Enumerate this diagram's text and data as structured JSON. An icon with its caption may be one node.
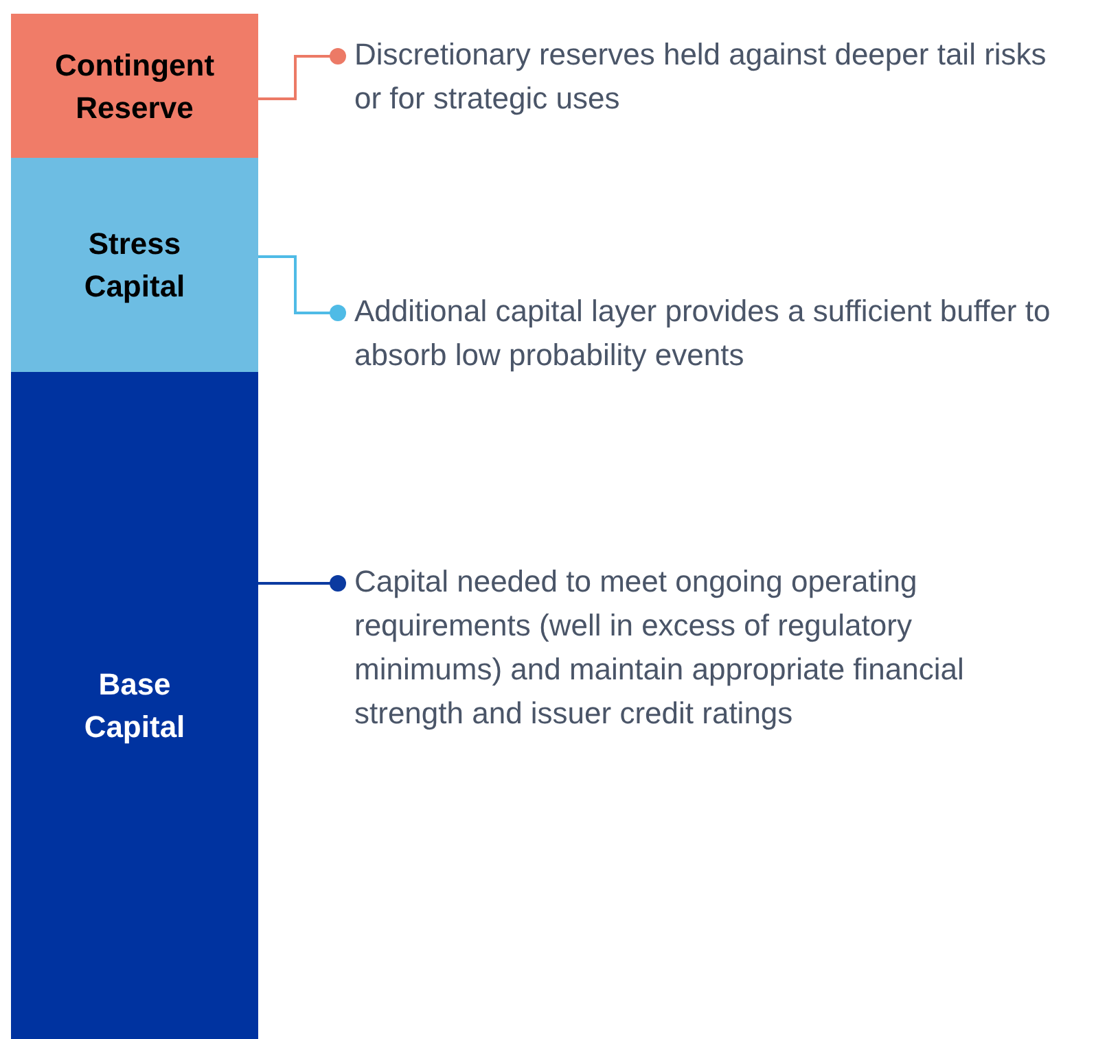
{
  "diagram": {
    "nodes": [
      {
        "text": [
          "Contingent Reserve"
        ]
      },
      {
        "text": [
          "Stress Capital"
        ]
      },
      {
        "text": [
          "Base Capital"
        ]
      },
      {
        "text": [
          "Discretionary reserves held against deeper tail risks or for strategic uses"
        ]
      },
      {
        "text": [
          "Additional capital layer provides a sufficient buffer to absorb low probability events"
        ]
      },
      {
        "text": [
          "Capital needed to meet ongoing operating requirements (well in excess of regulatory minimums) and maintain appropriate financial strength and issuer credit ratings"
        ]
      }
    ],
    "edges": [
      {
        "from": 0,
        "to": 3,
        "arrow": "other",
        "color": "#ec7a66"
      },
      {
        "from": 1,
        "to": 4,
        "arrow": "other",
        "color": "#4fbbe6"
      },
      {
        "from": 2,
        "to": 5,
        "arrow": "other",
        "color": "#0b3aa0"
      }
    ]
  }
}
